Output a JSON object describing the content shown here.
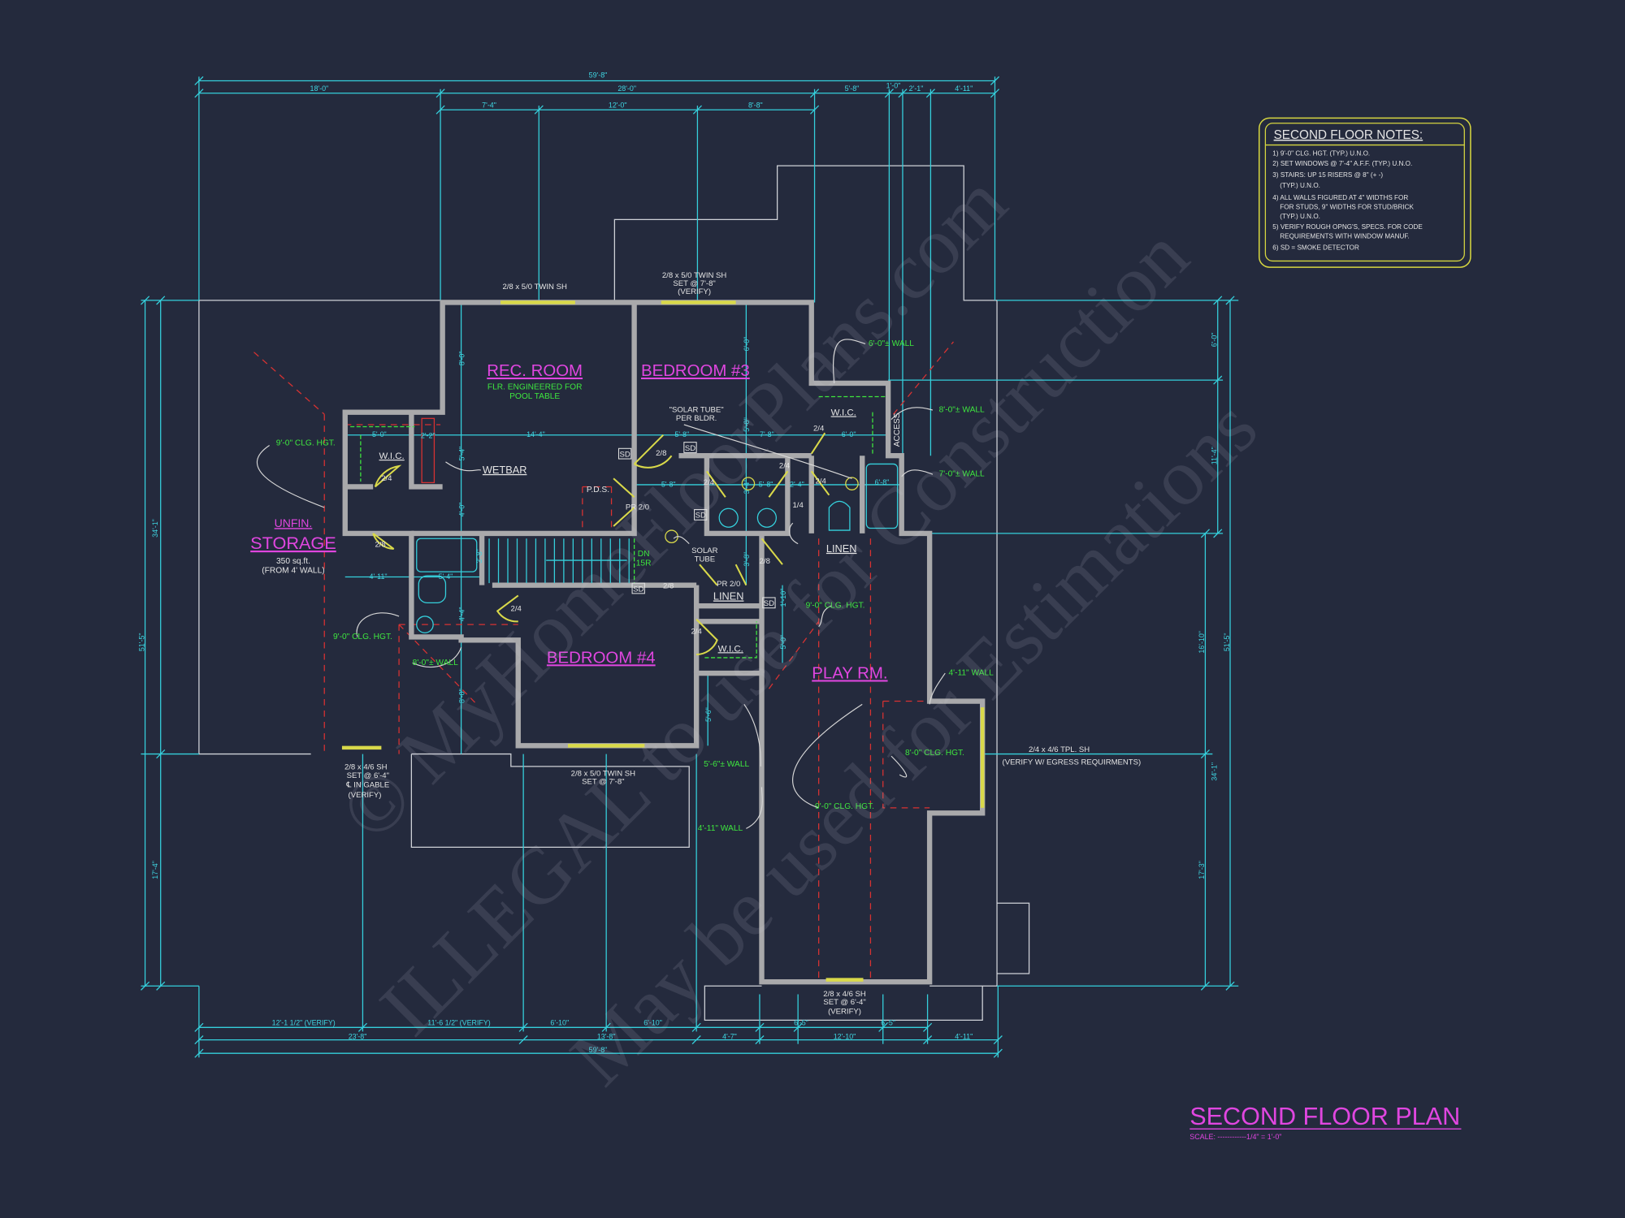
{
  "colors": {
    "background": "#242a3d",
    "dimension": "#35d0dc",
    "wall": "#a9a9ab",
    "window_door": "#d9d94a",
    "note_text": "#3ee63e",
    "room_label": "#e046e0",
    "ceiling_line": "#d83232"
  },
  "title": {
    "name": "SECOND FLOOR PLAN",
    "scale": "SCALE: ------------1/4\" = 1'-0\""
  },
  "notes": {
    "heading": "SECOND FLOOR NOTES:",
    "lines": [
      "1) 9'-0\"  CLG. HGT. (TYP.) U.N.O.",
      "2) SET WINDOWS @ 7'-4\" A.F.F. (TYP.) U.N.O.",
      "3) STAIRS: UP 15 RISERS @ 8\" (+ -)",
      "(TYP.) U.N.O.",
      "4) ALL WALLS FIGURED AT 4\" WIDTHS FOR",
      "FOR STUDS, 9\" WIDTHS FOR STUD/BRICK",
      "(TYP.) U.N.O.",
      "5) VERIFY ROUGH OPNG'S, SPECS. FOR CODE",
      "REQUIREMENTS WITH WINDOW MANUF.",
      "6) SD = SMOKE DETECTOR"
    ]
  },
  "rooms": {
    "rec_room": "REC. ROOM",
    "rec_note_1": "FLR. ENGINEERED FOR",
    "rec_note_2": "POOL TABLE",
    "bedroom3": "BEDROOM #3",
    "bedroom4": "BEDROOM #4",
    "play": "PLAY RM.",
    "storage_1": "UNFIN.",
    "storage_2": "STORAGE",
    "storage_area": "350 sq.ft.",
    "storage_note": "(FROM 4' WALL)",
    "wic": "W.I.C.",
    "linen": "LINEN",
    "wetbar": "WETBAR",
    "pds": "P.D.S.",
    "access": "ACCESS",
    "stair_dn": "DN",
    "stair_risers": "15R"
  },
  "annotations": {
    "clg_9": "9'-0\" CLG. HGT.",
    "clg_8": "8'-0\" CLG. HGT.",
    "wall_6": "6'-0\"± WALL",
    "wall_8": "8'-0\"± WALL",
    "wall_7": "7'-0\"± WALL",
    "wall_4_11": "4'-11\" WALL",
    "wall_5_6": "5'-6\"± WALL",
    "solar_tube_1": "\"SOLAR TUBE\"",
    "solar_tube_2": "PER BLDR.",
    "solar_a": "SOLAR",
    "solar_b": "TUBE",
    "pr": "PR 2/0",
    "sd": "SD"
  },
  "windows": {
    "twin_sh": "2/8 x 5/0 TWIN SH",
    "set_7_8": "SET @ 7'-8\"",
    "verify": "(VERIFY)",
    "sh_4_6": "2/8 x 4/6 SH",
    "set_6_4": "SET @ 6'-4\"",
    "gable": "℄ IN GABLE",
    "tpl": "2/4 x 4/6 TPL. SH",
    "egress": "(VERIFY W/ EGRESS REQUIRMENTS)"
  },
  "doors": {
    "d24": "2/4",
    "d28": "2/8",
    "d14": "1/4"
  },
  "dimensions": {
    "top": [
      "59'-8\"",
      "18'-0\"",
      "28'-0\"",
      "5'-8\"",
      "1'-0\"",
      "2'-1\"",
      "4'-11\"",
      "7'-4\"",
      "12'-0\"",
      "8'-8\""
    ],
    "bottom": [
      "12'-1 1/2\"  (VERIFY)",
      "11'-6 1/2\"  (VERIFY)",
      "6'-10\"",
      "6'-10\"",
      "6'-5\"",
      "6'-5\"",
      "23'-8\"",
      "13'-8\"",
      "4'-7\"",
      "12'-10\"",
      "4'-11\"",
      "59'-8\""
    ],
    "left": [
      "34'-1\"",
      "51'-5\"",
      "17'-4\""
    ],
    "right": [
      "6'-0\"",
      "11'-4\"",
      "16'-10\"",
      "51'-5\"",
      "34'-1\"",
      "17'-3\""
    ],
    "interior": [
      "14'-4\"",
      "5'-8\"",
      "7'-8\"",
      "6'-0\"",
      "5'-0\"",
      "2'-2\"",
      "5'-8\"",
      "5'-8\"",
      "2'-4\"",
      "6'-8\"",
      "4'-11\"",
      "5'-4\"",
      "8'-0\"",
      "5'-4\"",
      "4'-0\"",
      "3'-8\"",
      "4'-4\"",
      "8'-0\"",
      "6'-0\"",
      "5'-8\"",
      "3'-4\"",
      "3'-8\"",
      "1'-10\"",
      "5'-0\"",
      "5'-6\""
    ]
  },
  "watermark": [
    "© MyHomeFloorPlans.com",
    "ILLEGAL to use for Construction",
    "May be used for Estimations"
  ]
}
